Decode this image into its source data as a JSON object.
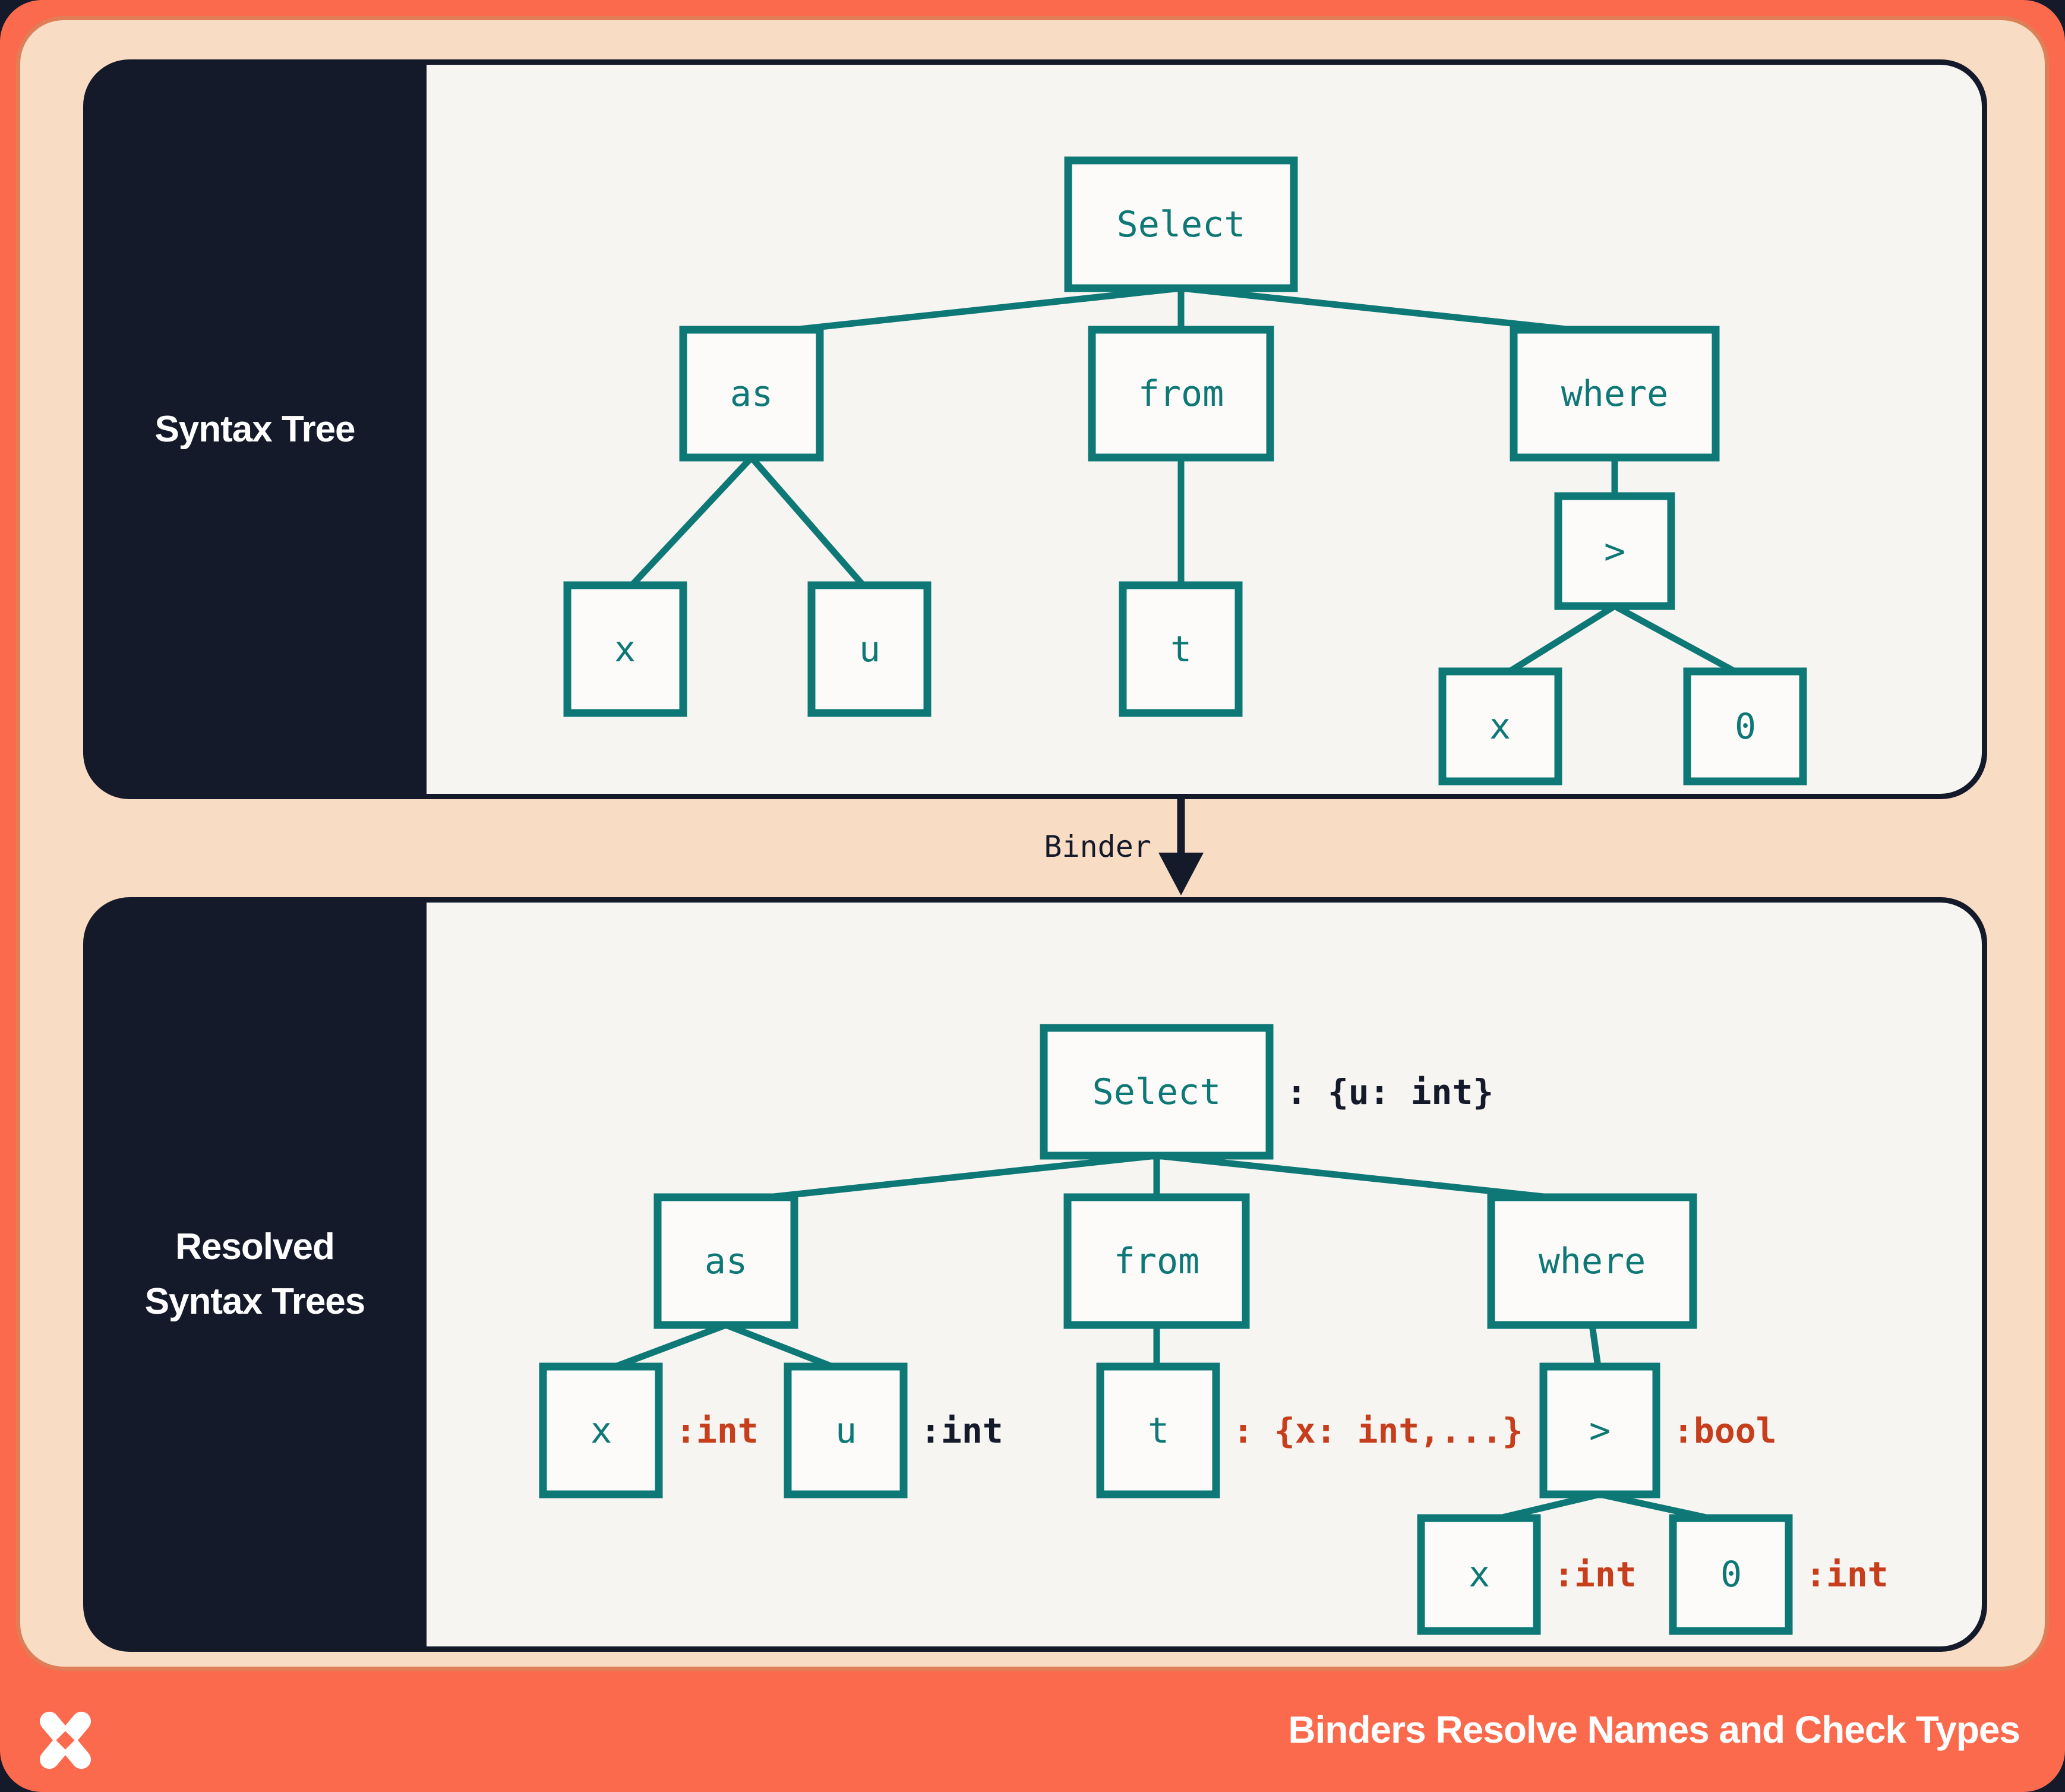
{
  "colors": {
    "frame_orange": "#FB6A4D",
    "frame_stroke": "#DF7E57",
    "canvas_peach": "#F8DCC3",
    "panel_navy": "#151A2B",
    "panel_content": "#F7F5F2",
    "node_fill": "#FCFBF9",
    "tree_teal": "#0E7876",
    "annotation_red": "#C63E1C",
    "text_white": "#FFFFFF"
  },
  "top_panel": {
    "label": "Syntax Tree",
    "nodes": {
      "select": "Select",
      "as": "as",
      "from": "from",
      "where": "where",
      "x": "x",
      "u": "u",
      "t": "t",
      "gt": ">",
      "x2": "x",
      "zero": "0"
    }
  },
  "binder": {
    "label": "Binder"
  },
  "bottom_panel": {
    "label_line1": "Resolved",
    "label_line2": "Syntax Trees",
    "nodes": {
      "select": "Select",
      "as": "as",
      "from": "from",
      "where": "where",
      "x": "x",
      "u": "u",
      "t": "t",
      "gt": ">",
      "x2": "x",
      "zero": "0"
    },
    "annotations": {
      "select": ": {u: int}",
      "x": ":int",
      "u": ":int",
      "t": ": {x: int,...}",
      "gt": ":bool",
      "x2": ":int",
      "zero": ":int"
    }
  },
  "footer": {
    "title": "Binders Resolve Names and Check Types",
    "logo_icon": "x-star-logo"
  }
}
